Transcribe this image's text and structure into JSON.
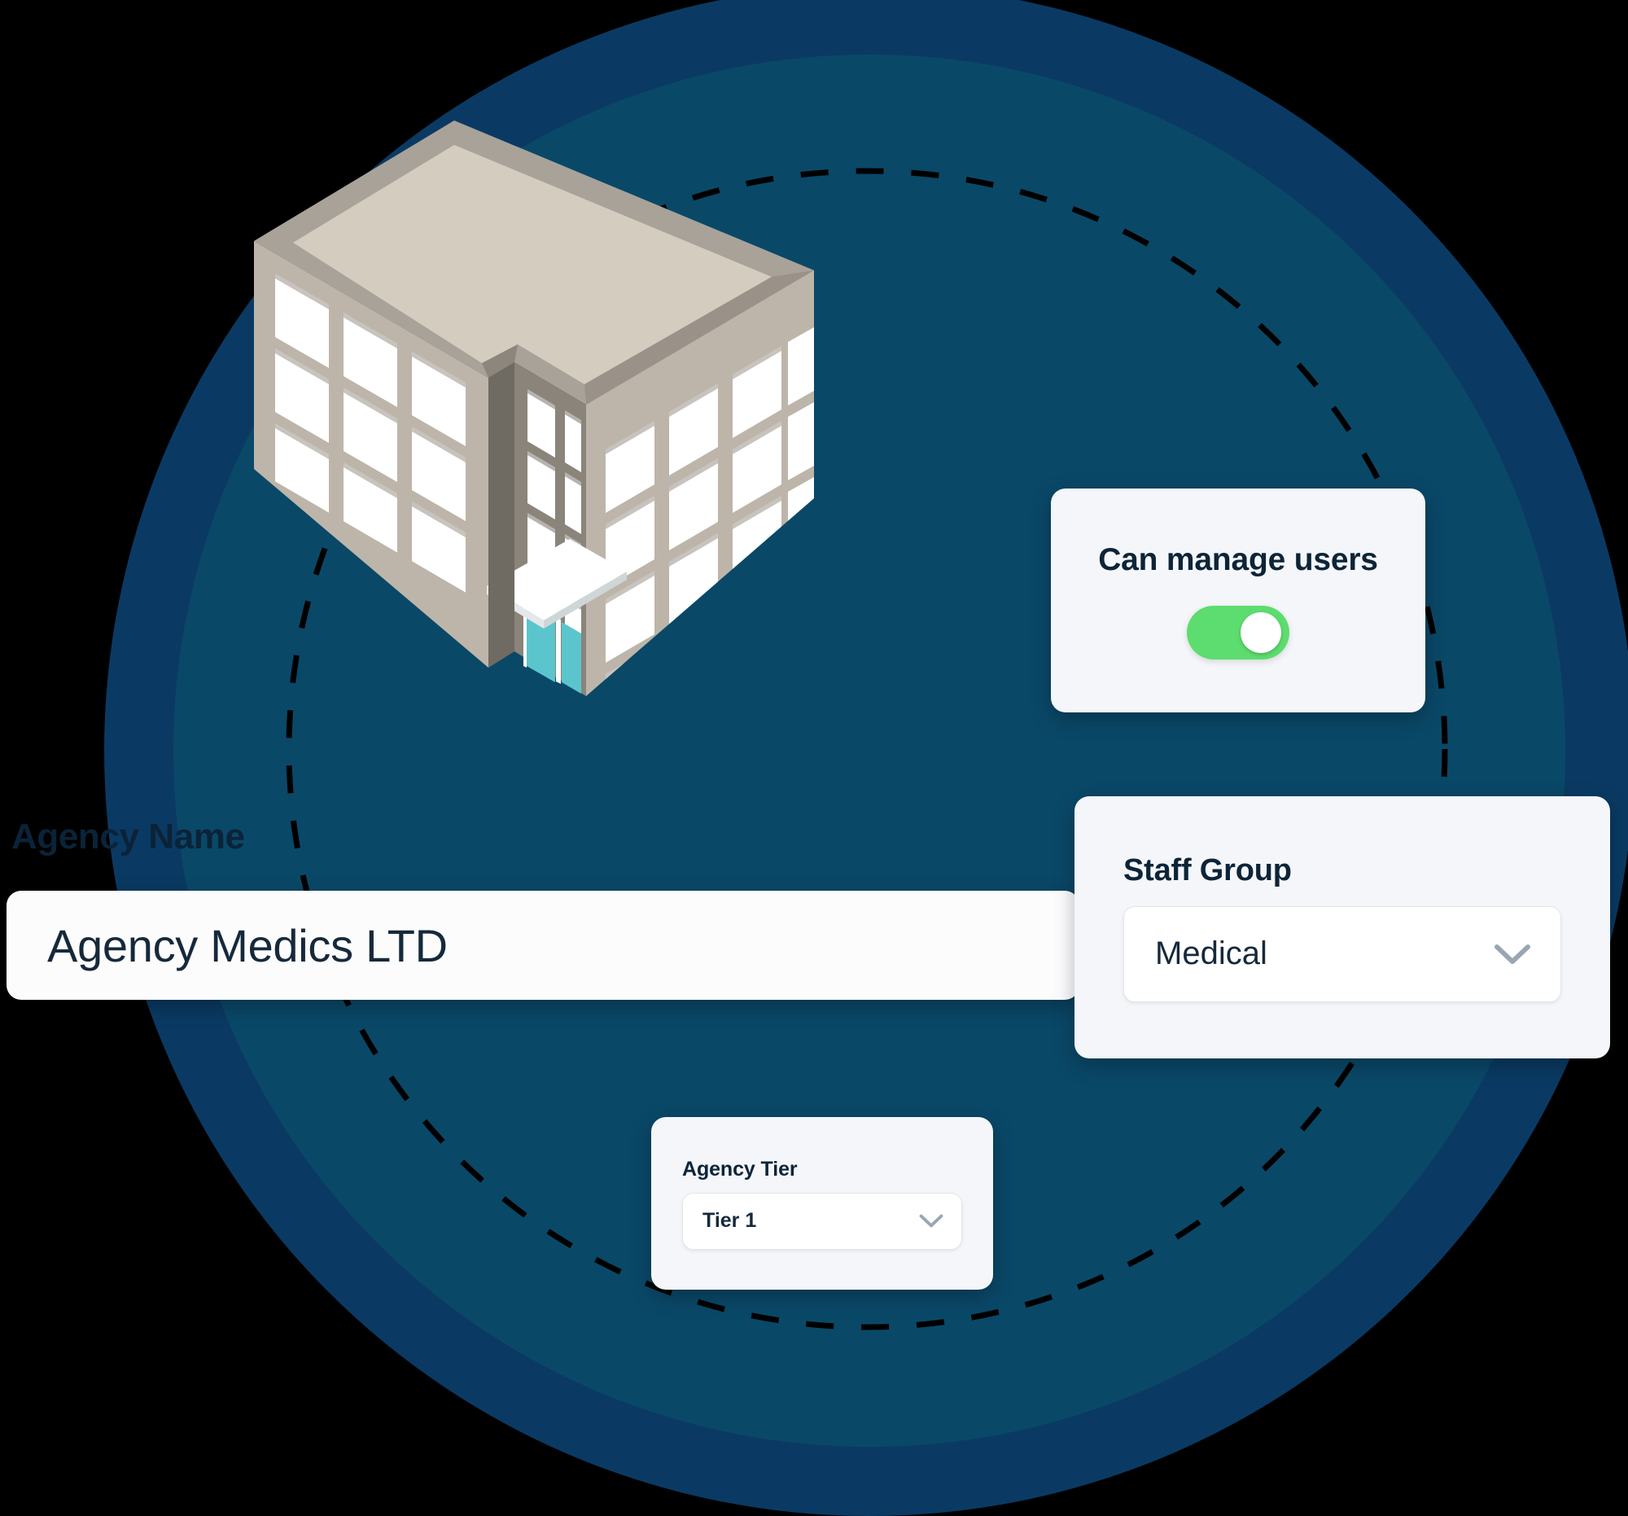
{
  "illustration": {
    "building_alt": "isometric-office-building",
    "colors": {
      "circle_outer": "#0A3A63",
      "circle_inner": "#0A4868",
      "building_light_wall": "#BDB5A9",
      "building_dark_wall": "#847F76",
      "building_roof": "#D3CCBF",
      "building_parapet": "#A29A8F",
      "window_glass": "#FFFFFF",
      "entrance_glass": "#5BC5CD",
      "canopy": "#FFFFFF",
      "orbit_dash": "#000000"
    }
  },
  "agency_name": {
    "label": "Agency Name",
    "value": "Agency Medics LTD",
    "placeholder": "Agency Name"
  },
  "can_manage_users": {
    "label": "Can manage users",
    "toggle_state": "on",
    "toggle_color": "#5DDC6F"
  },
  "staff_group": {
    "label": "Staff Group",
    "value": "Medical",
    "chevron_icon": "chevron-down-icon"
  },
  "agency_tier": {
    "label": "Agency Tier",
    "value": "Tier 1",
    "chevron_icon": "chevron-down-icon"
  }
}
